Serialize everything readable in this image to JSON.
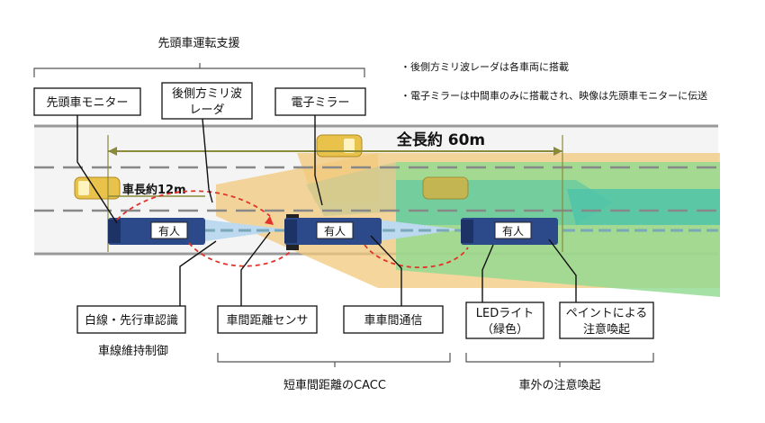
{
  "header": {
    "title": "先頭車運転支援",
    "notes": [
      "・後側方ミリ波レーダは各車両に搭載",
      "・電子ミラーは中間車のみに搭載され、映像は先頭車モニターに伝送"
    ]
  },
  "top_boxes": {
    "monitor": "先頭車モニター",
    "radar_line1": "後側方ミリ波",
    "radar_line2": "レーダ",
    "mirror": "電子ミラー"
  },
  "measures": {
    "total_length": "全長約 60m",
    "vehicle_length": "車長約12m"
  },
  "trucks": {
    "label": "有人"
  },
  "bottom_boxes": {
    "lane_detect": "白線・先行車認識",
    "distance_sensor": "車間距離センサ",
    "v2v": "車車間通信",
    "led_line1": "LEDライト",
    "led_line2": "（緑色）",
    "paint_line1": "ペイントによる",
    "paint_line2": "注意喚起"
  },
  "groups": {
    "lane_keep": "車線維持制御",
    "cacc": "短車間距離のCACC",
    "alert": "車外の注意喚起"
  },
  "colors": {
    "green_zone": "#8fd98f",
    "teal_zone": "#4fc3a8",
    "orange_zone": "#f2c97d",
    "blue_beam": "#bcd9f0",
    "truck_body": "#2c4a8a",
    "dashed_red": "#e0342a",
    "measure_line": "#8a8a3a"
  }
}
